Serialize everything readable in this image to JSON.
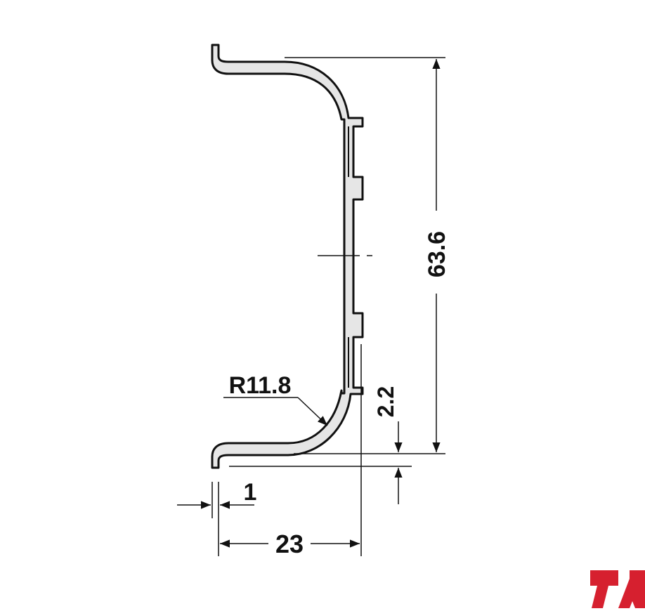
{
  "drawing": {
    "dimensions": {
      "height": "63.6",
      "radius": "R11.8",
      "offset": "2.2",
      "thickness": "1",
      "depth": "23"
    },
    "colors": {
      "profile_fill": "#e6e6e6",
      "line": "#111111",
      "logo_red": "#d6202f"
    },
    "logo": {
      "name": "hafele-logo-fragment"
    }
  }
}
